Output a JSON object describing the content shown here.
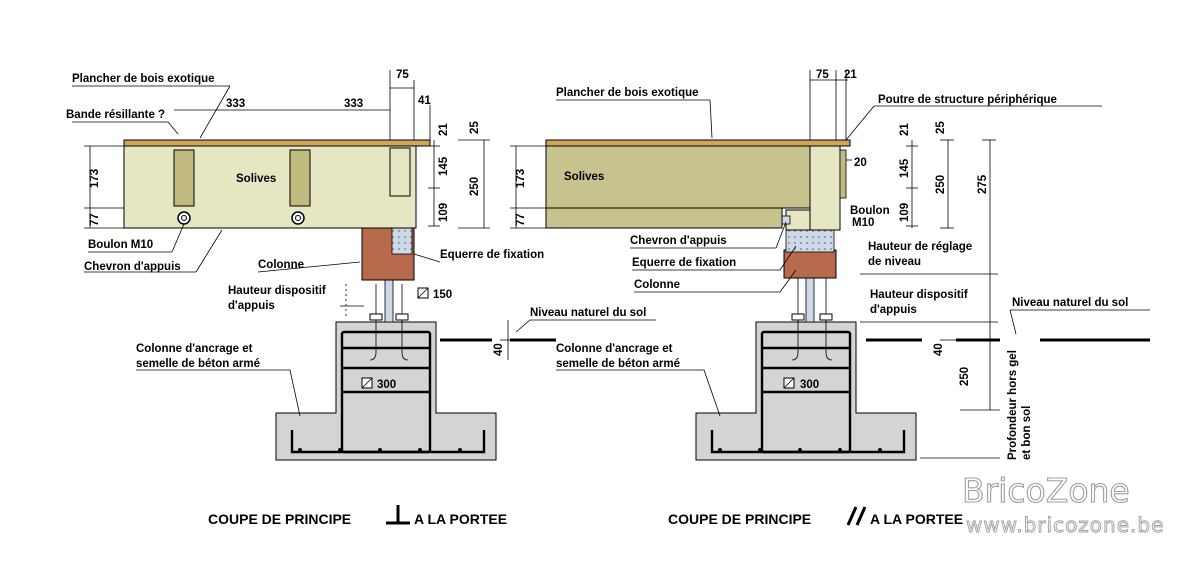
{
  "left": {
    "labels": {
      "plancher": "Plancher de bois exotique",
      "bande": "Bande résillante ?",
      "solives": "Solives",
      "boulon": "Boulon M10",
      "chevron": "Chevron d'appuis",
      "colonne": "Colonne",
      "equerre": "Equerre de fixation",
      "hauteur_line1": "Hauteur dispositif",
      "hauteur_line2": "d'appuis",
      "niveau": "Niveau naturel du sol",
      "ancrage_line1": "Colonne d'ancrage et",
      "ancrage_line2": "semelle de béton armé"
    },
    "dims": {
      "d333a": "333",
      "d333b": "333",
      "d75": "75",
      "d41": "41",
      "d21": "21",
      "d25": "25",
      "d145": "145",
      "d250": "250",
      "d109": "109",
      "d173": "173",
      "d77": "77",
      "d150": "150",
      "d40": "40",
      "d300": "300"
    },
    "caption_prefix": "COUPE DE PRINCIPE",
    "caption_suffix": "A LA PORTEE"
  },
  "right": {
    "labels": {
      "plancher": "Plancher de bois exotique",
      "poutre": "Poutre de structure périphérique",
      "solives": "Solives",
      "boulon_line1": "Boulon",
      "boulon_line2": "M10",
      "chevron": "Chevron d'appuis",
      "equerre": "Equerre de fixation",
      "colonne": "Colonne",
      "reglage_line1": "Hauteur de réglage",
      "reglage_line2": "de niveau",
      "hauteur_line1": "Hauteur dispositif",
      "hauteur_line2": "d'appuis",
      "niveau": "Niveau naturel du sol",
      "ancrage_line1": "Colonne d'ancrage et",
      "ancrage_line2": "semelle de béton armé",
      "profondeur_line1": "Profondeur hors gel",
      "profondeur_line2": "et bon sol"
    },
    "dims": {
      "d75": "75",
      "d21top": "21",
      "d21": "21",
      "d25": "25",
      "d20": "20",
      "d145": "145",
      "d250a": "250",
      "d275": "275",
      "d109": "109",
      "d173": "173",
      "d77": "77",
      "d40": "40",
      "d250b": "250",
      "d300": "300"
    },
    "caption_prefix": "COUPE DE PRINCIPE",
    "caption_suffix": "A LA PORTEE"
  },
  "watermark": {
    "brand": "BricoZone",
    "url": "www.bricozone.be"
  },
  "colors": {
    "deck": "#d1a65c",
    "joist_left": "#e6e6c2",
    "joist_right": "#c7c38f",
    "spacer": "#c2bb80",
    "column": "#b86a4c",
    "bracket": "#cdd9e4",
    "concrete": "#d4d4d4",
    "watermark": "#9aa0a6"
  }
}
